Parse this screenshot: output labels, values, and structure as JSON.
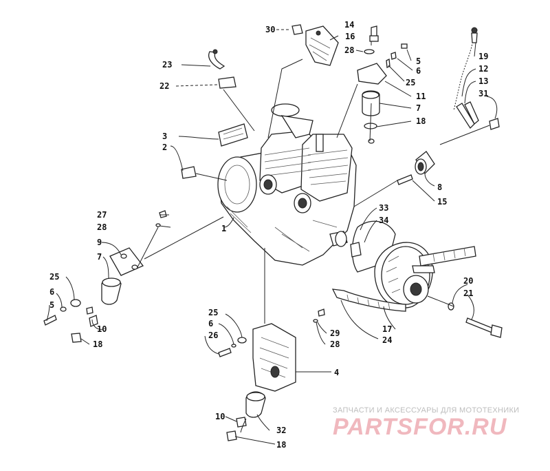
{
  "diagram": {
    "callouts": {
      "c1": "1",
      "c2": "2",
      "c3": "3",
      "c4": "4",
      "c5": "5",
      "c6a": "6",
      "c6b": "6",
      "c6c": "6",
      "c7a": "7",
      "c7b": "7",
      "c8": "8",
      "c9": "9",
      "c10a": "10",
      "c10b": "10",
      "c11": "11",
      "c12": "12",
      "c13": "13",
      "c14": "14",
      "c15": "15",
      "c16": "16",
      "c17": "17",
      "c18a": "18",
      "c18b": "18",
      "c18c": "18",
      "c19": "19",
      "c20": "20",
      "c21": "21",
      "c22": "22",
      "c23": "23",
      "c24": "24",
      "c25a": "25",
      "c25b": "25",
      "c25c": "25",
      "c26": "26",
      "c27": "27",
      "c28a": "28",
      "c28b": "28",
      "c28c": "28",
      "c29": "29",
      "c30": "30",
      "c31": "31",
      "c32": "32",
      "c33": "33",
      "c34": "34"
    }
  },
  "watermark": {
    "caption": "ЗАПЧАСТИ И АКСЕССУАРЫ ДЛЯ МОТОТЕХНИКИ",
    "logo": "PARTSFOR.RU"
  },
  "colors": {
    "ink": "#222222",
    "watermark_logo": "#f0b8be",
    "watermark_caption": "#bdbdbd"
  }
}
